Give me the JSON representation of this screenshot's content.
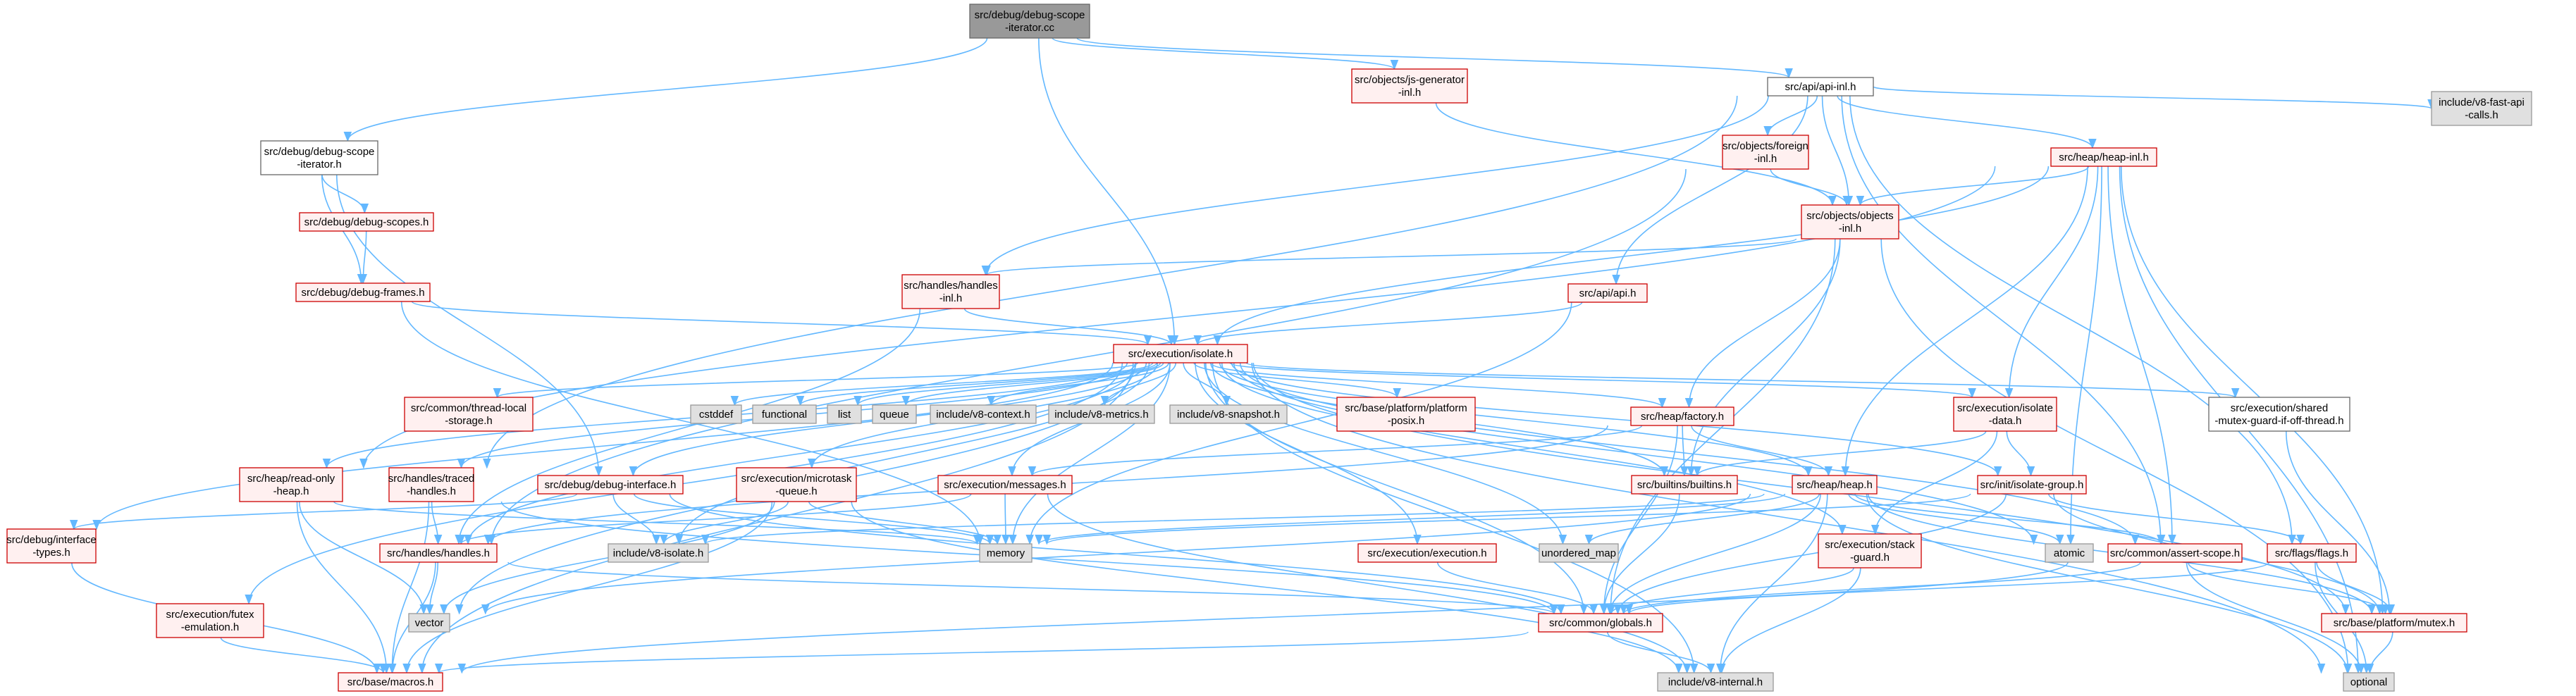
{
  "graph": {
    "title": "",
    "colors": {
      "edge": "#63b8ff",
      "root_fill": "#999999",
      "root_border": "#666666",
      "normal_fill": "#ffffff",
      "normal_border": "#666666",
      "red_fill": "#fff0f0",
      "red_border": "#cc0000",
      "system_fill": "#e0e0e0",
      "system_border": "#999999"
    },
    "nodes": [
      {
        "id": "root",
        "style": "root",
        "lines": [
          "src/debug/debug-scope",
          "-iterator.cc"
        ]
      },
      {
        "id": "jsgen",
        "style": "red",
        "lines": [
          "src/objects/js-generator",
          "-inl.h"
        ]
      },
      {
        "id": "apiinl",
        "style": "normal",
        "lines": [
          "src/api/api-inl.h"
        ]
      },
      {
        "id": "dsiterh",
        "style": "normal",
        "lines": [
          "src/debug/debug-scope",
          "-iterator.h"
        ]
      },
      {
        "id": "foreign",
        "style": "red",
        "lines": [
          "src/objects/foreign",
          "-inl.h"
        ]
      },
      {
        "id": "heapinl",
        "style": "red",
        "lines": [
          "src/heap/heap-inl.h"
        ]
      },
      {
        "id": "v8fastapi",
        "style": "system",
        "lines": [
          "include/v8-fast-api",
          "-calls.h"
        ]
      },
      {
        "id": "scopes",
        "style": "red",
        "lines": [
          "src/debug/debug-scopes.h"
        ]
      },
      {
        "id": "objinl",
        "style": "red",
        "lines": [
          "src/objects/objects",
          "-inl.h"
        ]
      },
      {
        "id": "handlesinl",
        "style": "red",
        "lines": [
          "src/handles/handles",
          "-inl.h"
        ]
      },
      {
        "id": "apih",
        "style": "red",
        "lines": [
          "src/api/api.h"
        ]
      },
      {
        "id": "frames",
        "style": "red",
        "lines": [
          "src/debug/debug-frames.h"
        ]
      },
      {
        "id": "isolate",
        "style": "red",
        "lines": [
          "src/execution/isolate.h"
        ]
      },
      {
        "id": "threadlocal",
        "style": "red",
        "lines": [
          "src/common/thread-local",
          "-storage.h"
        ]
      },
      {
        "id": "cstddef",
        "style": "system",
        "lines": [
          "cstddef"
        ]
      },
      {
        "id": "functional",
        "style": "system",
        "lines": [
          "functional"
        ]
      },
      {
        "id": "list",
        "style": "system",
        "lines": [
          "list"
        ]
      },
      {
        "id": "queue",
        "style": "system",
        "lines": [
          "queue"
        ]
      },
      {
        "id": "v8context",
        "style": "system",
        "lines": [
          "include/v8-context.h"
        ]
      },
      {
        "id": "v8metrics",
        "style": "system",
        "lines": [
          "include/v8-metrics.h"
        ]
      },
      {
        "id": "v8snapshot",
        "style": "system",
        "lines": [
          "include/v8-snapshot.h"
        ]
      },
      {
        "id": "posix",
        "style": "red",
        "lines": [
          "src/base/platform/platform",
          "-posix.h"
        ]
      },
      {
        "id": "factory",
        "style": "red",
        "lines": [
          "src/heap/factory.h"
        ]
      },
      {
        "id": "isodata",
        "style": "red",
        "lines": [
          "src/execution/isolate",
          "-data.h"
        ]
      },
      {
        "id": "sharedmutex",
        "style": "normal",
        "lines": [
          "src/execution/shared",
          "-mutex-guard-if-off-thread.h"
        ]
      },
      {
        "id": "readonly",
        "style": "red",
        "lines": [
          "src/heap/read-only",
          "-heap.h"
        ]
      },
      {
        "id": "traced",
        "style": "red",
        "lines": [
          "src/handles/traced",
          "-handles.h"
        ]
      },
      {
        "id": "dinterface",
        "style": "red",
        "lines": [
          "src/debug/debug-interface.h"
        ]
      },
      {
        "id": "microtask",
        "style": "red",
        "lines": [
          "src/execution/microtask",
          "-queue.h"
        ]
      },
      {
        "id": "messages",
        "style": "red",
        "lines": [
          "src/execution/messages.h"
        ]
      },
      {
        "id": "builtins",
        "style": "red",
        "lines": [
          "src/builtins/builtins.h"
        ]
      },
      {
        "id": "heaph",
        "style": "red",
        "lines": [
          "src/heap/heap.h"
        ]
      },
      {
        "id": "isogroup",
        "style": "red",
        "lines": [
          "src/init/isolate-group.h"
        ]
      },
      {
        "id": "ifacetypes",
        "style": "red",
        "lines": [
          "src/debug/interface",
          "-types.h"
        ]
      },
      {
        "id": "handlesh",
        "style": "red",
        "lines": [
          "src/handles/handles.h"
        ]
      },
      {
        "id": "v8isolate",
        "style": "system",
        "lines": [
          "include/v8-isolate.h"
        ]
      },
      {
        "id": "memory",
        "style": "system",
        "lines": [
          "memory"
        ]
      },
      {
        "id": "execution",
        "style": "red",
        "lines": [
          "src/execution/execution.h"
        ]
      },
      {
        "id": "unorderedmap",
        "style": "system",
        "lines": [
          "unordered_map"
        ]
      },
      {
        "id": "stackguard",
        "style": "red",
        "lines": [
          "src/execution/stack",
          "-guard.h"
        ]
      },
      {
        "id": "atomic",
        "style": "system",
        "lines": [
          "atomic"
        ]
      },
      {
        "id": "assertscope",
        "style": "red",
        "lines": [
          "src/common/assert-scope.h"
        ]
      },
      {
        "id": "flags",
        "style": "red",
        "lines": [
          "src/flags/flags.h"
        ]
      },
      {
        "id": "futex",
        "style": "red",
        "lines": [
          "src/execution/futex",
          "-emulation.h"
        ]
      },
      {
        "id": "vector",
        "style": "system",
        "lines": [
          "vector"
        ]
      },
      {
        "id": "globals",
        "style": "red",
        "lines": [
          "src/common/globals.h"
        ]
      },
      {
        "id": "mutex",
        "style": "red",
        "lines": [
          "src/base/platform/mutex.h"
        ]
      },
      {
        "id": "macros",
        "style": "red",
        "lines": [
          "src/base/macros.h"
        ]
      },
      {
        "id": "v8internal",
        "style": "system",
        "lines": [
          "include/v8-internal.h"
        ]
      },
      {
        "id": "optional",
        "style": "system",
        "lines": [
          "optional"
        ]
      }
    ],
    "edges": [
      [
        "root",
        "dsiterh"
      ],
      [
        "root",
        "jsgen"
      ],
      [
        "root",
        "apiinl"
      ],
      [
        "root",
        "isolate"
      ],
      [
        "dsiterh",
        "scopes"
      ],
      [
        "dsiterh",
        "frames"
      ],
      [
        "dsiterh",
        "dinterface"
      ],
      [
        "scopes",
        "frames"
      ],
      [
        "frames",
        "isolate"
      ],
      [
        "frames",
        "memory"
      ],
      [
        "jsgen",
        "objinl"
      ],
      [
        "apiinl",
        "foreign"
      ],
      [
        "apiinl",
        "heapinl"
      ],
      [
        "apiinl",
        "v8fastapi"
      ],
      [
        "apiinl",
        "objinl"
      ],
      [
        "apiinl",
        "apih"
      ],
      [
        "apiinl",
        "handlesinl"
      ],
      [
        "apiinl",
        "traced"
      ],
      [
        "apiinl",
        "assertscope"
      ],
      [
        "apiinl",
        "flags"
      ],
      [
        "foreign",
        "objinl"
      ],
      [
        "foreign",
        "handlesh"
      ],
      [
        "heapinl",
        "objinl"
      ],
      [
        "heapinl",
        "isodata"
      ],
      [
        "heapinl",
        "heaph"
      ],
      [
        "heapinl",
        "isolate"
      ],
      [
        "heapinl",
        "readonly"
      ],
      [
        "heapinl",
        "atomic"
      ],
      [
        "heapinl",
        "assertscope"
      ],
      [
        "heapinl",
        "mutex"
      ],
      [
        "heapinl",
        "optional"
      ],
      [
        "objinl",
        "handlesinl"
      ],
      [
        "objinl",
        "factory"
      ],
      [
        "objinl",
        "builtins"
      ],
      [
        "objinl",
        "globals"
      ],
      [
        "objinl",
        "optional"
      ],
      [
        "handlesinl",
        "isolate"
      ],
      [
        "handlesinl",
        "handlesh"
      ],
      [
        "apih",
        "isolate"
      ],
      [
        "apih",
        "memory"
      ],
      [
        "isolate",
        "threadlocal"
      ],
      [
        "isolate",
        "cstddef"
      ],
      [
        "isolate",
        "functional"
      ],
      [
        "isolate",
        "list"
      ],
      [
        "isolate",
        "queue"
      ],
      [
        "isolate",
        "v8context"
      ],
      [
        "isolate",
        "v8metrics"
      ],
      [
        "isolate",
        "v8snapshot"
      ],
      [
        "isolate",
        "posix"
      ],
      [
        "isolate",
        "factory"
      ],
      [
        "isolate",
        "isodata"
      ],
      [
        "isolate",
        "sharedmutex"
      ],
      [
        "isolate",
        "readonly"
      ],
      [
        "isolate",
        "traced"
      ],
      [
        "isolate",
        "dinterface"
      ],
      [
        "isolate",
        "microtask"
      ],
      [
        "isolate",
        "messages"
      ],
      [
        "isolate",
        "builtins"
      ],
      [
        "isolate",
        "heaph"
      ],
      [
        "isolate",
        "isogroup"
      ],
      [
        "isolate",
        "ifacetypes"
      ],
      [
        "isolate",
        "handlesh"
      ],
      [
        "isolate",
        "v8isolate"
      ],
      [
        "isolate",
        "memory"
      ],
      [
        "isolate",
        "execution"
      ],
      [
        "isolate",
        "unorderedmap"
      ],
      [
        "isolate",
        "stackguard"
      ],
      [
        "isolate",
        "atomic"
      ],
      [
        "isolate",
        "assertscope"
      ],
      [
        "isolate",
        "futex"
      ],
      [
        "isolate",
        "vector"
      ],
      [
        "isolate",
        "globals"
      ],
      [
        "isolate",
        "mutex"
      ],
      [
        "isolate",
        "macros"
      ],
      [
        "isolate",
        "optional"
      ],
      [
        "isolate",
        "v8internal"
      ],
      [
        "factory",
        "builtins"
      ],
      [
        "factory",
        "heaph"
      ],
      [
        "factory",
        "messages"
      ],
      [
        "factory",
        "handlesh"
      ],
      [
        "factory",
        "globals"
      ],
      [
        "isodata",
        "builtins"
      ],
      [
        "isodata",
        "isogroup"
      ],
      [
        "isodata",
        "stackguard"
      ],
      [
        "sharedmutex",
        "mutex"
      ],
      [
        "readonly",
        "macros"
      ],
      [
        "readonly",
        "memory"
      ],
      [
        "readonly",
        "vector"
      ],
      [
        "traced",
        "handlesh"
      ],
      [
        "traced",
        "globals"
      ],
      [
        "traced",
        "macros"
      ],
      [
        "dinterface",
        "ifacetypes"
      ],
      [
        "dinterface",
        "v8isolate"
      ],
      [
        "dinterface",
        "memory"
      ],
      [
        "dinterface",
        "globals"
      ],
      [
        "microtask",
        "v8isolate"
      ],
      [
        "microtask",
        "memory"
      ],
      [
        "microtask",
        "vector"
      ],
      [
        "microtask",
        "macros"
      ],
      [
        "microtask",
        "v8internal"
      ],
      [
        "messages",
        "handlesh"
      ],
      [
        "messages",
        "memory"
      ],
      [
        "messages",
        "v8internal"
      ],
      [
        "builtins",
        "globals"
      ],
      [
        "heaph",
        "memory"
      ],
      [
        "heaph",
        "unorderedmap"
      ],
      [
        "heaph",
        "atomic"
      ],
      [
        "heaph",
        "assertscope"
      ],
      [
        "heaph",
        "globals"
      ],
      [
        "heaph",
        "mutex"
      ],
      [
        "heaph",
        "v8internal"
      ],
      [
        "heaph",
        "optional"
      ],
      [
        "heaph",
        "vector"
      ],
      [
        "heaph",
        "v8isolate"
      ],
      [
        "isogroup",
        "memory"
      ],
      [
        "isogroup",
        "globals"
      ],
      [
        "isogroup",
        "mutex"
      ],
      [
        "isogroup",
        "flags"
      ],
      [
        "ifacetypes",
        "macros"
      ],
      [
        "handlesh",
        "vector"
      ],
      [
        "handlesh",
        "globals"
      ],
      [
        "handlesh",
        "macros"
      ],
      [
        "execution",
        "globals"
      ],
      [
        "stackguard",
        "globals"
      ],
      [
        "stackguard",
        "v8internal"
      ],
      [
        "assertscope",
        "globals"
      ],
      [
        "assertscope",
        "mutex"
      ],
      [
        "assertscope",
        "optional"
      ],
      [
        "assertscope",
        "macros"
      ],
      [
        "flags",
        "globals"
      ],
      [
        "flags",
        "optional"
      ],
      [
        "flags",
        "mutex"
      ],
      [
        "futex",
        "macros"
      ],
      [
        "globals",
        "v8internal"
      ],
      [
        "globals",
        "macros"
      ],
      [
        "mutex",
        "optional"
      ]
    ]
  }
}
